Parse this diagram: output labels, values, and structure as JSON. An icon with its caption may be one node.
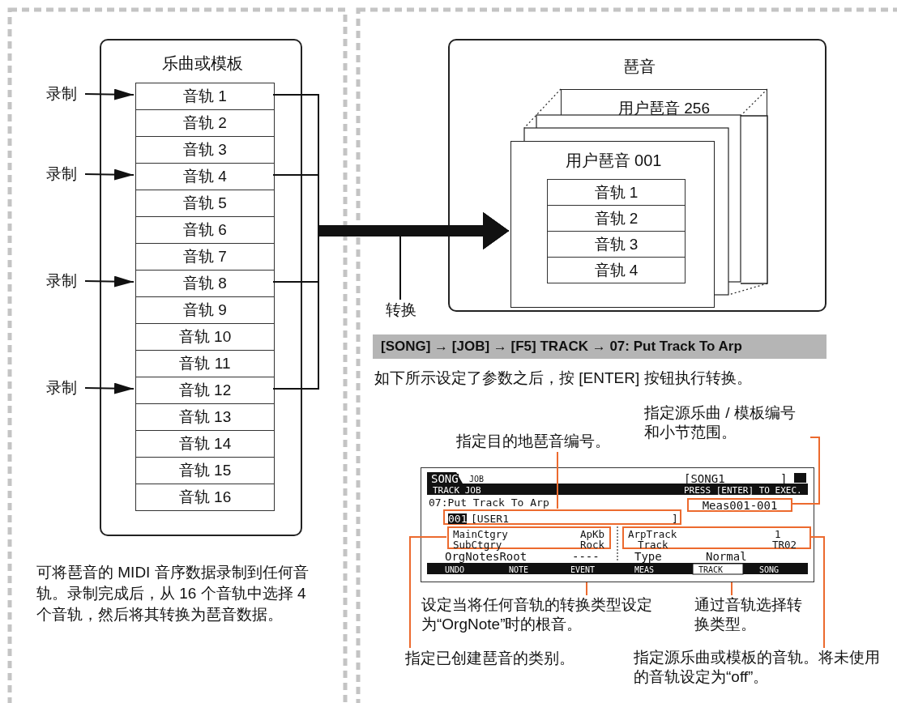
{
  "diagram": {
    "nodes": [
      {
        "text": [
          "乐曲或模板"
        ]
      },
      {
        "text": [
          "音轨 1"
        ],
        "in": 0
      },
      {
        "text": [
          "音轨 2"
        ],
        "in": 0
      },
      {
        "text": [
          "音轨 3"
        ],
        "in": 0
      },
      {
        "text": [
          "音轨 4"
        ],
        "in": 0
      },
      {
        "text": [
          "音轨 5"
        ],
        "in": 0
      },
      {
        "text": [
          "音轨 6"
        ],
        "in": 0
      },
      {
        "text": [
          "音轨 7"
        ],
        "in": 0
      },
      {
        "text": [
          "音轨 8"
        ],
        "in": 0
      },
      {
        "text": [
          "音轨 9"
        ],
        "in": 0
      },
      {
        "text": [
          "音轨 10"
        ],
        "in": 0
      },
      {
        "text": [
          "音轨 11"
        ],
        "in": 0
      },
      {
        "text": [
          "音轨 12"
        ],
        "in": 0
      },
      {
        "text": [
          "音轨 13"
        ],
        "in": 0
      },
      {
        "text": [
          "音轨 14"
        ],
        "in": 0
      },
      {
        "text": [
          "音轨 15"
        ],
        "in": 0
      },
      {
        "text": [
          "音轨 16"
        ],
        "in": 0
      },
      {
        "text": [
          "录制"
        ]
      },
      {
        "text": [
          "录制"
        ]
      },
      {
        "text": [
          "录制"
        ]
      },
      {
        "text": [
          "录制"
        ]
      },
      {
        "text": [
          "琶音"
        ]
      },
      {
        "text": [
          "用户琶音 256"
        ],
        "in": 21
      },
      {
        "text": [
          "用户琶音 001"
        ],
        "in": 21
      },
      {
        "text": [
          "音轨 1"
        ],
        "in": 23
      },
      {
        "text": [
          "音轨 2"
        ],
        "in": 23
      },
      {
        "text": [
          "音轨 3"
        ],
        "in": 23
      },
      {
        "text": [
          "音轨 4"
        ],
        "in": 23
      },
      {
        "text": [
          "转换"
        ]
      },
      {
        "text": [
          "[SONG] → [JOB] → [F5] TRACK → 07: Put Track To Arp"
        ],
        "beside": [
          "如下所示设定了参数之后，按 [ENTER] 按钮执行转换。"
        ]
      },
      {
        "text": [
          "指定目的地琶音编号。"
        ]
      },
      {
        "text": [
          "指定源乐曲 / 模板编号和小节范围。"
        ]
      },
      {
        "text": [
          "设定当将任何音轨的转换类型设定为“OrgNote”时的根音。"
        ]
      },
      {
        "text": [
          "通过音轨选择转换类型。"
        ]
      },
      {
        "text": [
          "指定已创建琶音的类别。"
        ]
      },
      {
        "text": [
          "指定源乐曲或模板的音轨。将未使用的音轨设定为“off”。"
        ]
      },
      {
        "text": [
          "SONG",
          "JOB",
          "[SONG1",
          "]",
          "TRACK JOB",
          "PRESS [ENTER] TO EXEC.",
          "07:Put Track To Arp",
          "OrgNotesRoot",
          "----",
          "Type",
          "Normal",
          "UNDO",
          "NOTE",
          "EVENT",
          "MEAS",
          "TRACK",
          "SONG"
        ]
      },
      {
        "text": [
          "001",
          "[USER1",
          "]"
        ],
        "in": 36
      },
      {
        "text": [
          "Meas001-001"
        ],
        "in": 36
      },
      {
        "text": [
          "MainCtgry",
          "ApKb",
          "SubCtgry",
          "Rock"
        ],
        "in": 36
      },
      {
        "text": [
          "ArpTrack",
          "1",
          "Track",
          "TR02"
        ],
        "in": 36
      }
    ],
    "edges": [
      {
        "from": 17,
        "to": 1,
        "arrow": "to"
      },
      {
        "from": 18,
        "to": 4,
        "arrow": "to"
      },
      {
        "from": 19,
        "to": 8,
        "arrow": "to"
      },
      {
        "from": 20,
        "to": 12,
        "arrow": "to"
      },
      {
        "from": 1,
        "to": 23,
        "arrow": "to"
      },
      {
        "from": 4,
        "to": 23,
        "arrow": "to"
      },
      {
        "from": 8,
        "to": 23,
        "arrow": "to"
      },
      {
        "from": 12,
        "to": 23,
        "arrow": "to"
      },
      {
        "from": 28,
        "to": null,
        "arrow": "none"
      },
      {
        "from": 30,
        "to": 37,
        "arrow": "none",
        "color": "#ec6a2e"
      },
      {
        "from": 31,
        "to": 38,
        "arrow": "none",
        "color": "#ec6a2e"
      },
      {
        "from": 32,
        "to": 36,
        "arrow": "none",
        "color": "#ec6a2e"
      },
      {
        "from": 33,
        "to": 36,
        "arrow": "none",
        "color": "#ec6a2e"
      },
      {
        "from": 34,
        "to": 39,
        "arrow": "none",
        "color": "#ec6a2e"
      },
      {
        "from": 35,
        "to": 40,
        "arrow": "none",
        "color": "#ec6a2e"
      }
    ],
    "labels": [
      "可将琶音的 MIDI 音序数据录制到任何音轨。录制完成后，从 16 个音轨中选择 4 个音轨，然后将其转换为琶音数据。"
    ]
  }
}
